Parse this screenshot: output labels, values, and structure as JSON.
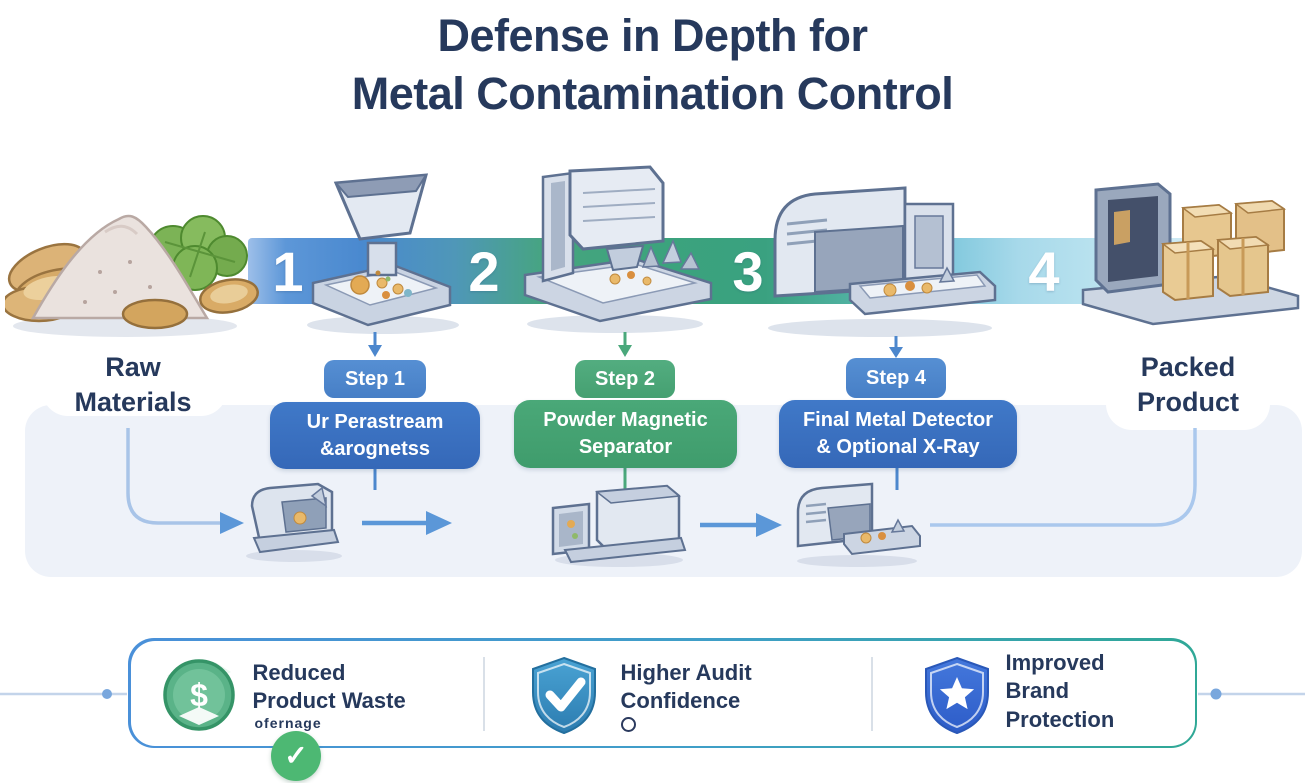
{
  "title": {
    "line1": "Defense in Depth for",
    "line2": "Metal Contamination Control"
  },
  "flow": {
    "start_label": {
      "line1": "Raw",
      "line2": "Materials"
    },
    "end_label": {
      "line1": "Packed",
      "line2": "Product"
    },
    "stations": [
      {
        "number": "1",
        "illustration": "hopper-feeder"
      },
      {
        "number": "2",
        "illustration": "powder-magnetic-separator"
      },
      {
        "number": "3",
        "illustration": "metal-detector-tunnel"
      },
      {
        "number": "4",
        "illustration": "packed-boxes"
      }
    ]
  },
  "steps": [
    {
      "badge": "Step 1",
      "line1": "Ur Perastream",
      "line2": "&arognetss",
      "color": "blue"
    },
    {
      "badge": "Step 2",
      "line1": "Powder Magnetic",
      "line2": "Separator",
      "color": "green"
    },
    {
      "badge": "Step 4",
      "line1": "Final Metal Detector",
      "line2": "& Optional X-Ray",
      "color": "blue"
    }
  ],
  "benefits": [
    {
      "icon": "money-circle-icon",
      "line1": "Reduced",
      "line2": "Product Waste",
      "caption": "ofernage"
    },
    {
      "icon": "check-shield-icon",
      "line1": "Higher Audit",
      "line2": "Confidence"
    },
    {
      "icon": "star-shield-icon",
      "line1": "Improved",
      "line2": "Brand",
      "line3": "Protection"
    }
  ],
  "badges": {
    "check_glyph": "✓"
  },
  "icons": {
    "dollar_glyph": "$"
  },
  "colors": {
    "title_text": "#26395c",
    "step_blue": "#3b72c0",
    "step_green": "#45a372",
    "band_blue": "#4a89cf",
    "band_green": "#3ba37d",
    "band_cyan": "#a7d9ea",
    "benefit_green": "#4db873",
    "shield_teal": "#3e90c2",
    "shield_blue": "#3b6fd0",
    "panel_bg": "#eef2f9"
  }
}
